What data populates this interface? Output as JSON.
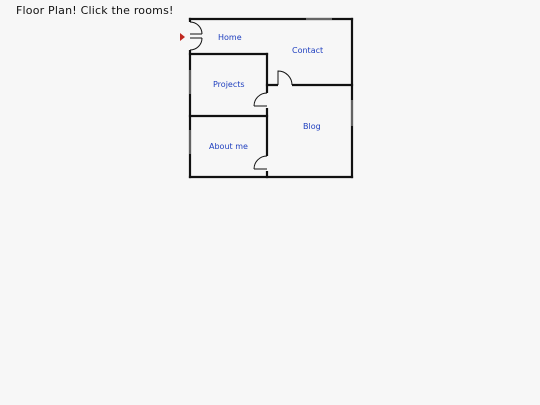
{
  "header": {
    "title": "Floor Plan! Click the rooms!"
  },
  "rooms": {
    "home": "Home",
    "contact": "Contact",
    "projects": "Projects",
    "blog": "Blog",
    "about": "About me"
  },
  "colors": {
    "label": "#1f3fbf",
    "wall": "#111111",
    "entry_marker": "#c0281f",
    "background": "#f7f7f7"
  },
  "icons": {
    "entry": "entry-arrow-icon"
  }
}
